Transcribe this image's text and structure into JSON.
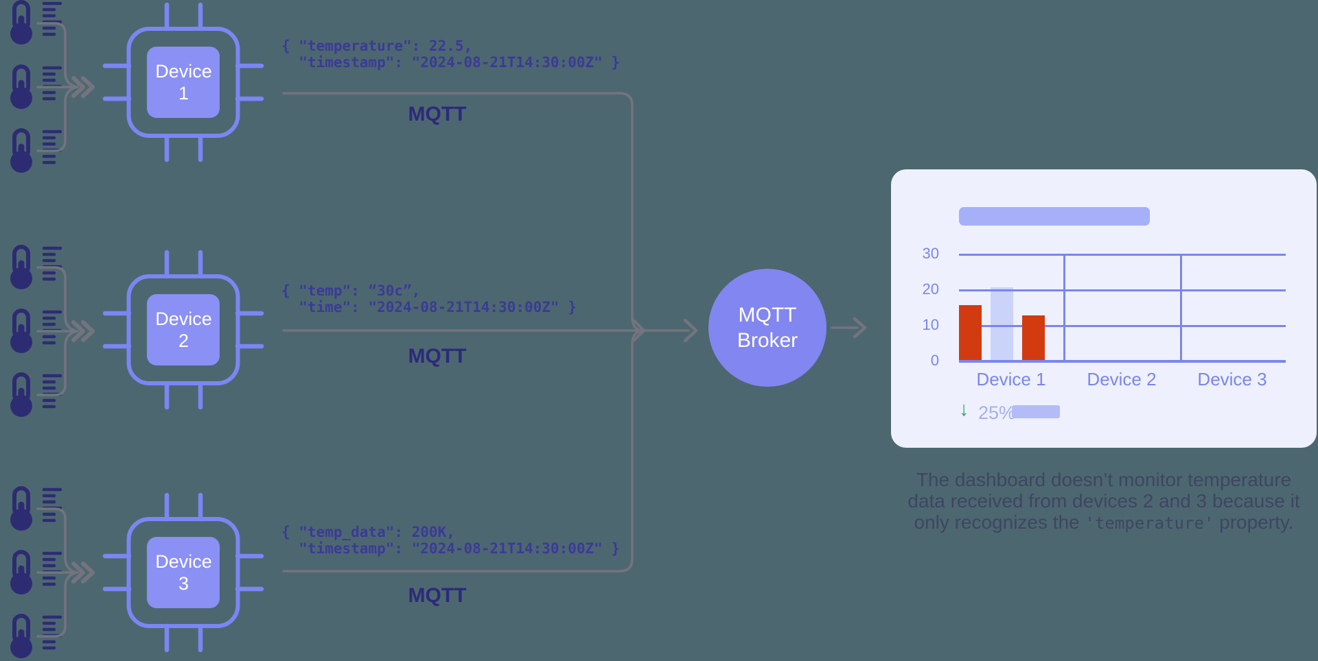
{
  "page": {
    "background_color": "#4d6770"
  },
  "icons": {
    "down_arrow": "↓"
  },
  "devices": [
    {
      "name": "Device",
      "number": "1",
      "payload": "{ \"temperature\": 22.5,\n  \"timestamp\": \"2024-08-21T14:30:00Z\" }",
      "protocol_label": "MQTT"
    },
    {
      "name": "Device",
      "number": "2",
      "payload": "{ \"temp\": “30c”,\n  \"time\": \"2024-08-21T14:30:00Z\" }",
      "protocol_label": "MQTT"
    },
    {
      "name": "Device",
      "number": "3",
      "payload": "{ \"temp_data\": 200K,\n  \"timestamp\": \"2024-08-21T14:30:00Z\" }",
      "protocol_label": "MQTT"
    }
  ],
  "broker": {
    "label_line1": "MQTT",
    "label_line2": "Broker"
  },
  "dashboard": {
    "chart_data": {
      "type": "bar",
      "categories": [
        "Device 1",
        "Device 2",
        "Device 3"
      ],
      "bars": [
        {
          "category": "Device 1",
          "value": 16,
          "color": "#d23b10"
        },
        {
          "category": "Device 1",
          "value": 21,
          "color": "#cad3f9"
        },
        {
          "category": "Device 1",
          "value": 13,
          "color": "#d23b10"
        }
      ],
      "yticks": [
        "30",
        "20",
        "10",
        "0"
      ],
      "ylim": [
        0,
        30
      ],
      "grid": true,
      "legend_position": "none"
    },
    "trend": {
      "direction": "down",
      "value": "25%"
    }
  },
  "caption": {
    "line1": "The dashboard doesn’t monitor temperature",
    "line2": "data received from devices 2 and 3 because it",
    "line3_prefix": "only recognizes the ",
    "line3_code": "'temperature'",
    "line3_suffix": " property."
  },
  "colors": {
    "accent_purple": "#7c86f3",
    "chip_fill": "#8a90f4",
    "broker_fill": "#8286f0",
    "chart_purple": "#7b85ee",
    "bar_red": "#d23b10",
    "bar_lavender": "#cad3f9",
    "trend_green": "#27a657",
    "card_background": "#eef1fd",
    "connector_gray": "#73747f",
    "code_indigo": "#3b3a97",
    "mqtt_label_indigo": "#2c2a7b",
    "thermometer_indigo": "#2d2c72"
  }
}
